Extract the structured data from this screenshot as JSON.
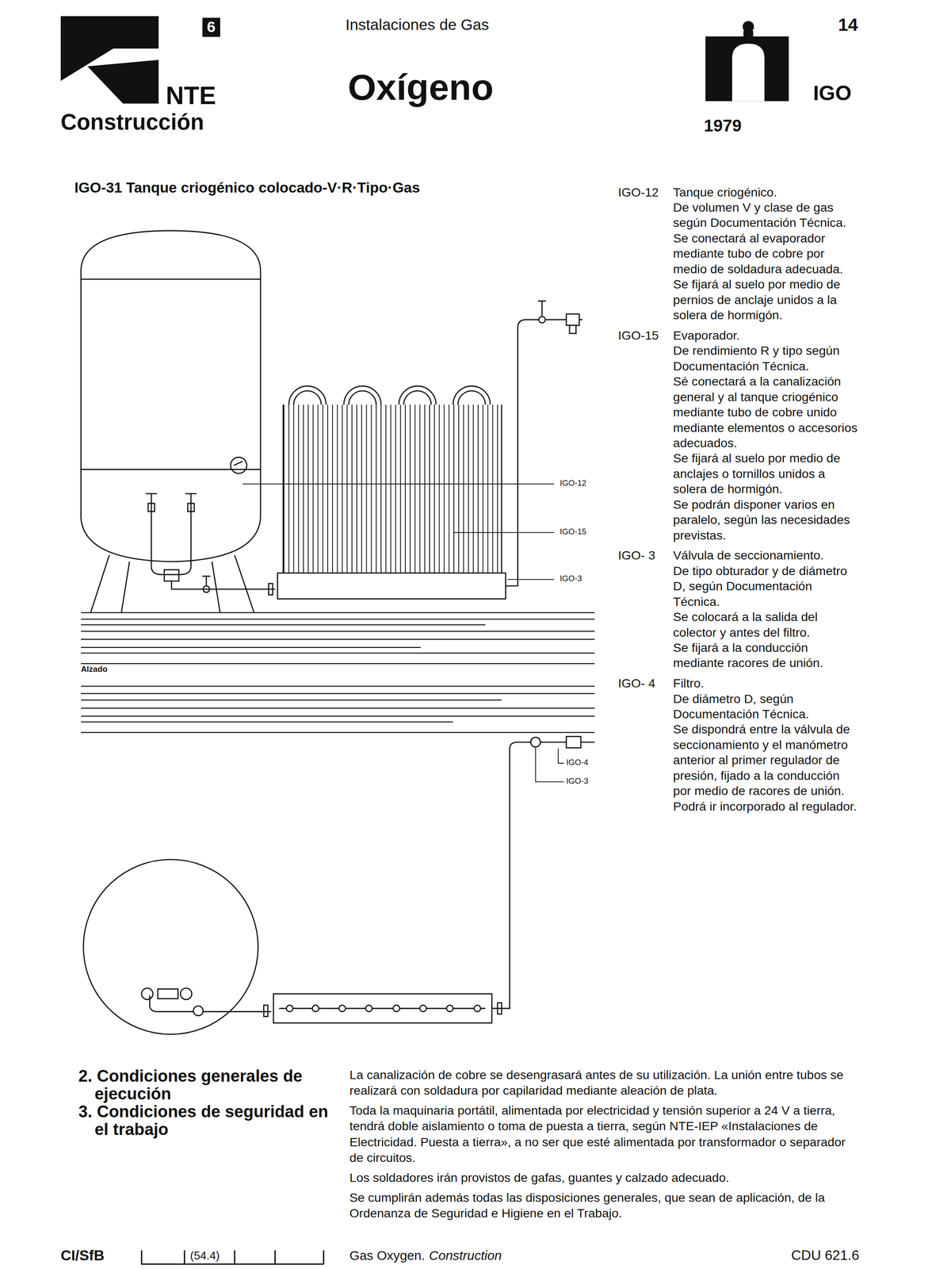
{
  "diagram": {
    "title": "Oxígeno",
    "nodes": [
      {
        "text": [
          "6"
        ]
      }
    ],
    "labels": [
      "Instalaciones de Gas",
      "NTE",
      "Construcción",
      "14",
      "IGO",
      "1979",
      "IGO-31 Tanque criogénico colocado-V·R·Tipo·Gas",
      "IGO-12",
      "Tanque criogénico.",
      "De volumen V y clase de gas según Documentación Técnica.",
      "Se conectará al evaporador mediante tubo de cobre por medio de soldadura adecuada.",
      "Se fijará al suelo por medio de pernios de anclaje unidos a la solera de hormigón.",
      "IGO-15",
      "Evaporador.",
      "De rendimiento R y tipo según Documentación Técnica.",
      "Sé conectará a la canalización general y al tanque criogénico mediante tubo de cobre unido mediante elementos o accesorios adecuados.",
      "Se fijará al suelo por medio de anclajes o tornillos unidos a solera de hormigón.",
      "Se podrán disponer varios en paralelo, según las necesidades previstas.",
      "IGO- 3",
      "Válvula de seccionamiento.",
      "De tipo obturador y de diámetro D, según Documentación Técnica.",
      "Se colocará a la salida del colector y antes del filtro.",
      "Se fijará a la conducción mediante racores de unión.",
      "IGO- 4",
      "Filtro.",
      "De diámetro D, según Documentación Técnica.",
      "Se dispondrá entre la válvula de seccionamiento y el manómetro anterior al primer regulador de presión, fijado a la conducción por medio de racores de unión.",
      "Podrá ir incorporado al regulador.",
      "IGO-12",
      "IGO-15",
      "IGO-3",
      "Alzado",
      "IGO-4",
      "IGO-3",
      "2. Condiciones generales de ejecución",
      "3. Condiciones de seguridad en el trabajo",
      "La canalización de cobre se desengrasará antes de su utilización. La unión entre tubos se realizará con soldadura por capilaridad mediante aleación de plata.",
      "Toda la maquinaria portátil, alimentada por electricidad y tensión superior a 24 V a tierra, tendrá doble aislamiento o toma de puesta a tierra, según NTE-IEP «Instalaciones de Electricidad. Puesta a tierra», a no ser que esté alimentada por transformador o separador de circuitos.",
      "Los soldadores irán provistos de gafas, guantes y calzado adecuado.",
      "Se cumplirán además todas las disposiciones generales, que sean de aplicación, de la Ordenanza de Seguridad e Higiene en el Trabajo.",
      "CI/SfB",
      "(54.4)",
      "Gas Oxygen.",
      "Construction",
      "CDU 621.6"
    ]
  }
}
